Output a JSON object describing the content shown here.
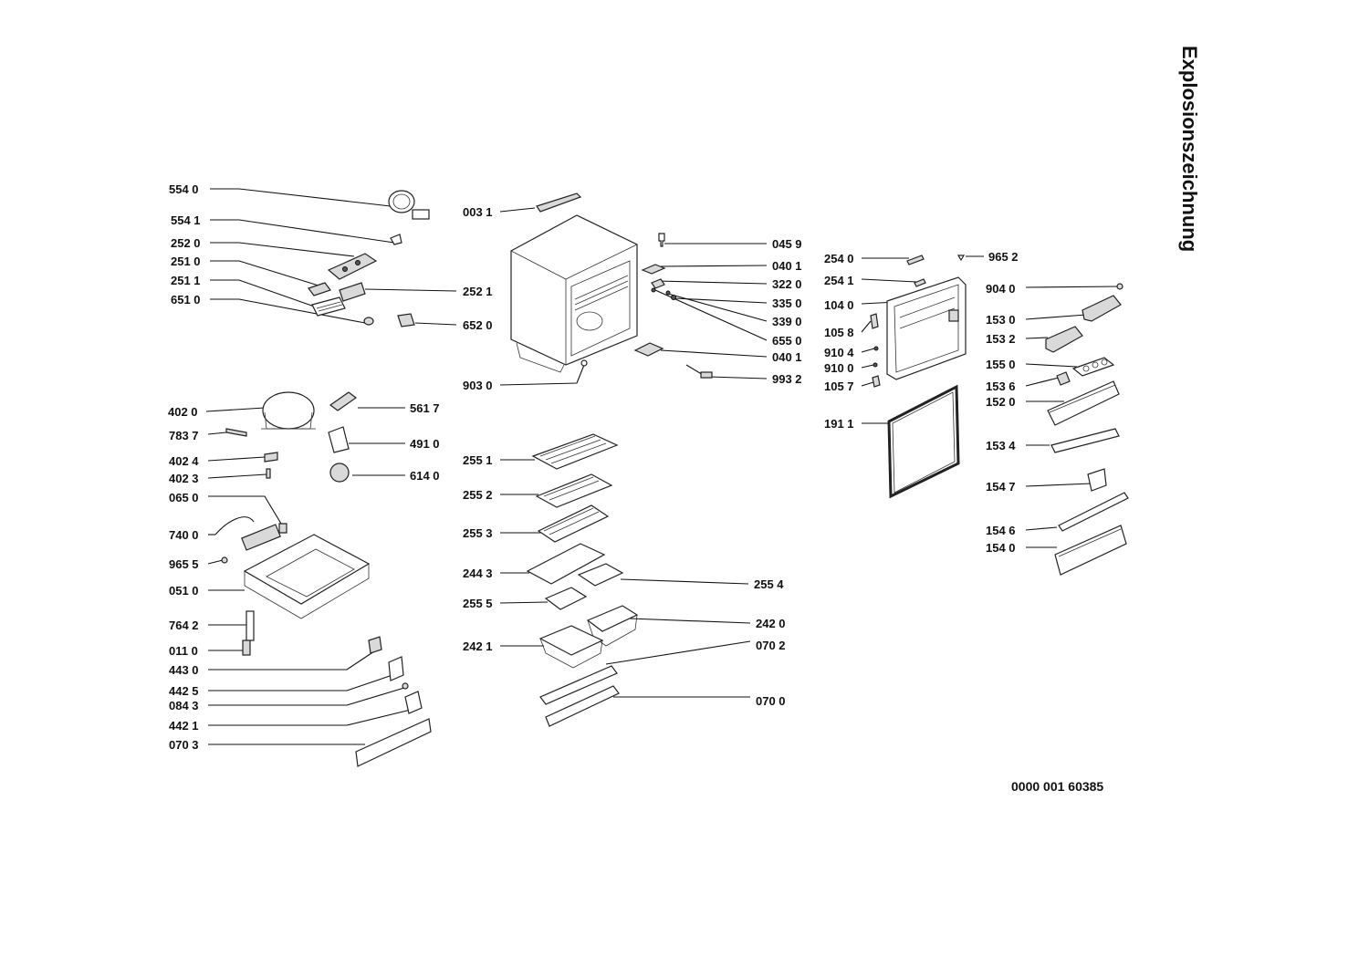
{
  "title": "Explosionszeichnung",
  "document_number": "0000 001 60385",
  "labels": [
    "554 0",
    "554 1",
    "252 0",
    "251 0",
    "251 1",
    "651 0",
    "003 1",
    "252 1",
    "652 0",
    "045 9",
    "040 1",
    "322 0",
    "335 0",
    "339 0",
    "655 0",
    "040 1",
    "993 2",
    "903 0",
    "254 0",
    "254 1",
    "104 0",
    "105 8",
    "910 4",
    "910 0",
    "105 7",
    "965 2",
    "904 0",
    "153 0",
    "153 2",
    "155 0",
    "153 6",
    "152 0",
    "191 1",
    "153 4",
    "154 7",
    "154 6",
    "154 0",
    "402 0",
    "783 7",
    "402 4",
    "402 3",
    "065 0",
    "740 0",
    "965 5",
    "051 0",
    "764 2",
    "011 0",
    "443 0",
    "442 5",
    "084 3",
    "442 1",
    "070 3",
    "561 7",
    "491 0",
    "614 0",
    "255 1",
    "255 2",
    "255 3",
    "244 3",
    "255 4",
    "255 5",
    "242 0",
    "242 1",
    "070 2",
    "070 0"
  ]
}
